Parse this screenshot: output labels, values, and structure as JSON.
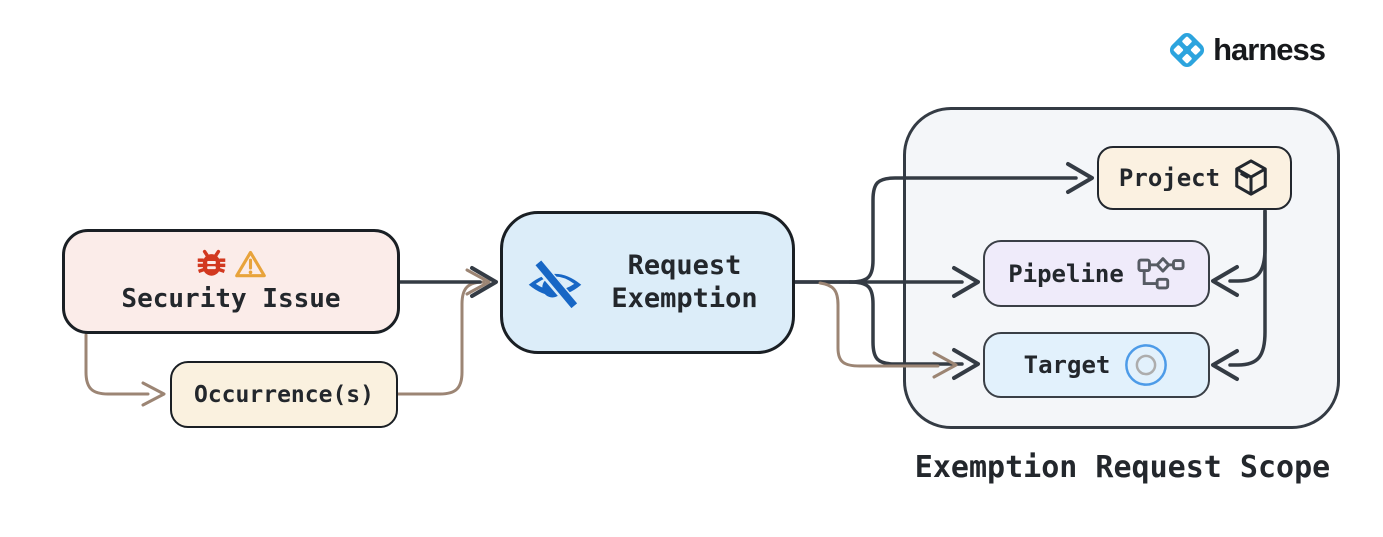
{
  "brand": {
    "name": "harness"
  },
  "nodes": {
    "security_issue": {
      "label": "Security Issue",
      "bg": "#FBECE9",
      "icons": [
        "bug-icon",
        "warning-icon"
      ]
    },
    "occurrences": {
      "label": "Occurrence(s)",
      "bg": "#FAF1DF"
    },
    "request_exemption": {
      "label": "Request Exemption",
      "bg": "#DCEDF9",
      "icon": "eye-slash-icon"
    },
    "project": {
      "label": "Project",
      "bg": "#FBF1E1",
      "icon": "cube-icon"
    },
    "pipeline": {
      "label": "Pipeline",
      "bg": "#EFEBFA",
      "icon": "pipeline-icon"
    },
    "target": {
      "label": "Target",
      "bg": "#E2F1FC",
      "icon": "target-icon"
    }
  },
  "scope": {
    "title": "Exemption Request Scope",
    "bg": "#F4F6F9"
  },
  "edges": [
    {
      "from": "security_issue",
      "to": "request_exemption",
      "color": "#343B44"
    },
    {
      "from": "security_issue",
      "to": "occurrences",
      "color": "#9C8574"
    },
    {
      "from": "occurrences",
      "to": "request_exemption",
      "color": "#9C8574"
    },
    {
      "from": "request_exemption",
      "to": "project",
      "color": "#343B44"
    },
    {
      "from": "request_exemption",
      "to": "pipeline",
      "color": "#343B44"
    },
    {
      "from": "request_exemption",
      "to": "target",
      "color": "#343B44"
    },
    {
      "from": "request_exemption",
      "to": "target_occurrence_path",
      "color": "#9C8574"
    },
    {
      "from": "project",
      "to": "pipeline",
      "color": "#343B44"
    },
    {
      "from": "project",
      "to": "target",
      "color": "#343B44"
    }
  ],
  "colors": {
    "arrow_dark": "#343B44",
    "arrow_brown": "#9C8574",
    "bug_red": "#D2381F",
    "warning_orange": "#E8A33B",
    "eye_blue": "#1766C5",
    "target_blue": "#4D9BE8",
    "pipeline_gray": "#565B63",
    "node_border": "#1A1F24",
    "scope_border": "#343B44",
    "text": "#23272C",
    "brand_blue": "#2CA4DE"
  }
}
